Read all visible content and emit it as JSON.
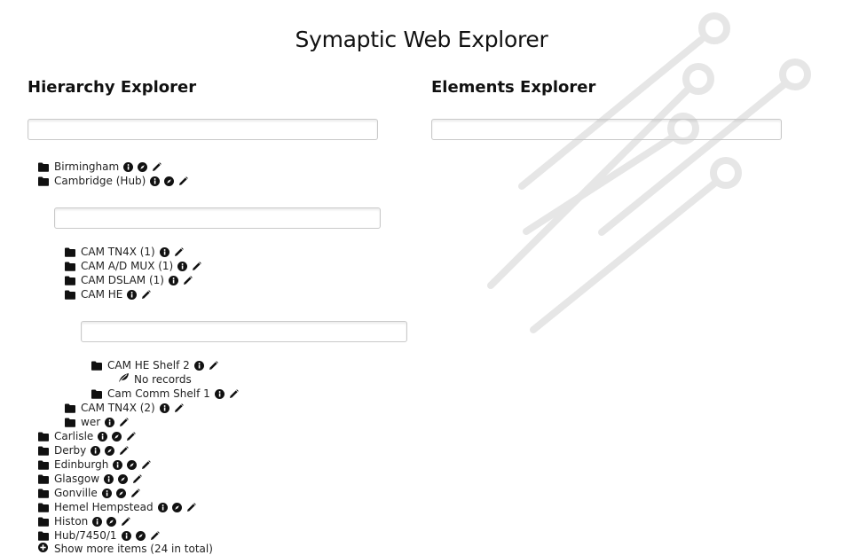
{
  "page": {
    "title": "Symaptic Web Explorer"
  },
  "hierarchy": {
    "heading": "Hierarchy Explorer",
    "search_value": "",
    "tree": [
      {
        "label": "Birmingham",
        "actions": [
          "info-icon",
          "compass-icon",
          "pencil-icon"
        ]
      },
      {
        "label": "Cambridge (Hub)",
        "actions": [
          "info-icon",
          "compass-icon",
          "pencil-icon"
        ],
        "expanded": true,
        "children_search_value": "",
        "children": [
          {
            "label": "CAM TN4X (1)",
            "actions": [
              "info-icon",
              "pencil-icon"
            ]
          },
          {
            "label": "CAM A/D MUX (1)",
            "actions": [
              "info-icon",
              "pencil-icon"
            ]
          },
          {
            "label": "CAM DSLAM (1)",
            "actions": [
              "info-icon",
              "pencil-icon"
            ]
          },
          {
            "label": "CAM HE",
            "actions": [
              "info-icon",
              "pencil-icon"
            ],
            "expanded": true,
            "children_search_value": "",
            "children": [
              {
                "label": "CAM HE Shelf 2",
                "actions": [
                  "info-icon",
                  "pencil-icon"
                ],
                "expanded": true,
                "empty_text": "No records"
              },
              {
                "label": "Cam Comm Shelf 1",
                "actions": [
                  "info-icon",
                  "pencil-icon"
                ]
              }
            ]
          },
          {
            "label": "CAM TN4X (2)",
            "actions": [
              "info-icon",
              "pencil-icon"
            ]
          },
          {
            "label": "wer",
            "actions": [
              "info-icon",
              "pencil-icon"
            ]
          }
        ]
      },
      {
        "label": "Carlisle",
        "actions": [
          "info-icon",
          "compass-icon",
          "pencil-icon"
        ]
      },
      {
        "label": "Derby",
        "actions": [
          "info-icon",
          "compass-icon",
          "pencil-icon"
        ]
      },
      {
        "label": "Edinburgh",
        "actions": [
          "info-icon",
          "compass-icon",
          "pencil-icon"
        ]
      },
      {
        "label": "Glasgow",
        "actions": [
          "info-icon",
          "compass-icon",
          "pencil-icon"
        ]
      },
      {
        "label": "Gonville",
        "actions": [
          "info-icon",
          "compass-icon",
          "pencil-icon"
        ]
      },
      {
        "label": "Hemel Hempstead",
        "actions": [
          "info-icon",
          "compass-icon",
          "pencil-icon"
        ]
      },
      {
        "label": "Histon",
        "actions": [
          "info-icon",
          "compass-icon",
          "pencil-icon"
        ]
      },
      {
        "label": "Hub/7450/1",
        "actions": [
          "info-icon",
          "compass-icon",
          "pencil-icon"
        ]
      }
    ],
    "show_more": "Show more items (24 in total)"
  },
  "elements": {
    "heading": "Elements Explorer",
    "search_value": ""
  },
  "colors": {
    "decoration": "#e6e6e6",
    "text": "#222222"
  }
}
